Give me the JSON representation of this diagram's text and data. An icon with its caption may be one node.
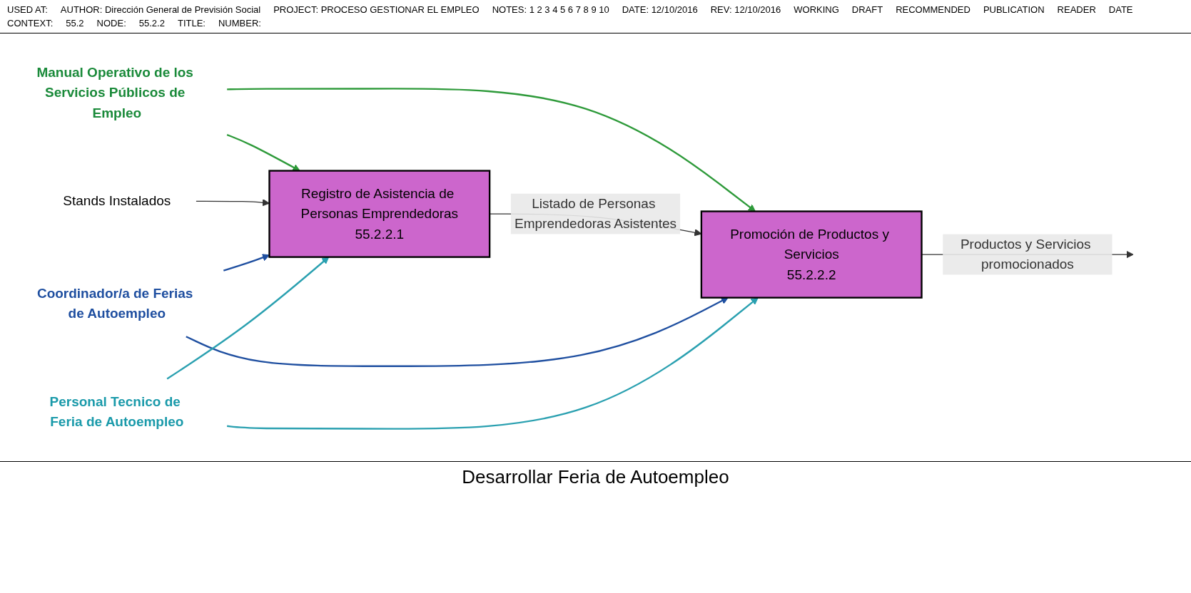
{
  "diagram": {
    "title": "Desarrollar Feria de Autoempleo",
    "nodes": [
      {
        "text": [
          "Manual Operativo de los Servicios Públicos de Empleo"
        ]
      },
      {
        "text": [
          "Stands Instalados"
        ]
      },
      {
        "text": [
          "Registro de Asistencia de Personas Emprendedoras",
          "55.2.2.1"
        ]
      },
      {
        "text": [
          "Promoción de Productos y Servicios",
          "55.2.2.2"
        ]
      },
      {
        "text": [
          "Coordinador/a de Ferias de Autoempleo"
        ]
      },
      {
        "text": [
          "Personal Tecnico de Feria de Autoempleo"
        ]
      }
    ],
    "edges": [
      {
        "from": 0,
        "to": 2,
        "arrow": "to",
        "color": "#2e9a3a"
      },
      {
        "from": 0,
        "to": 3,
        "arrow": "to",
        "color": "#2e9a3a"
      },
      {
        "from": 1,
        "to": 2,
        "arrow": "to"
      },
      {
        "from": 2,
        "to": 3,
        "arrow": "to",
        "label": "Listado de Personas Emprendedoras Asistentes"
      },
      {
        "from": 3,
        "to": null,
        "arrow": "to",
        "label": "Productos y Servicios promocionados"
      },
      {
        "from": 4,
        "to": 2,
        "arrow": "to",
        "color": "#1f4fa0"
      },
      {
        "from": 4,
        "to": 3,
        "arrow": "to",
        "color": "#1f4fa0"
      },
      {
        "from": 5,
        "to": 2,
        "arrow": "to",
        "color": "#2aa0b0"
      },
      {
        "from": 5,
        "to": 3,
        "arrow": "to",
        "color": "#2aa0b0"
      }
    ],
    "labels": [
      "USED AT:",
      "AUTHOR: Dirección General de Previsión Social",
      "PROJECT: PROCESO GESTIONAR EL EMPLEO",
      "NOTES: 1 2 3 4 5 6 7 8 9 10",
      "DATE: 12/10/2016",
      "REV: 12/10/2016",
      "WORKING",
      "DRAFT",
      "RECOMMENDED",
      "PUBLICATION",
      "READER",
      "DATE",
      "CONTEXT:",
      "55.2",
      "NODE:",
      "55.2.2",
      "TITLE:",
      "NUMBER:"
    ]
  }
}
